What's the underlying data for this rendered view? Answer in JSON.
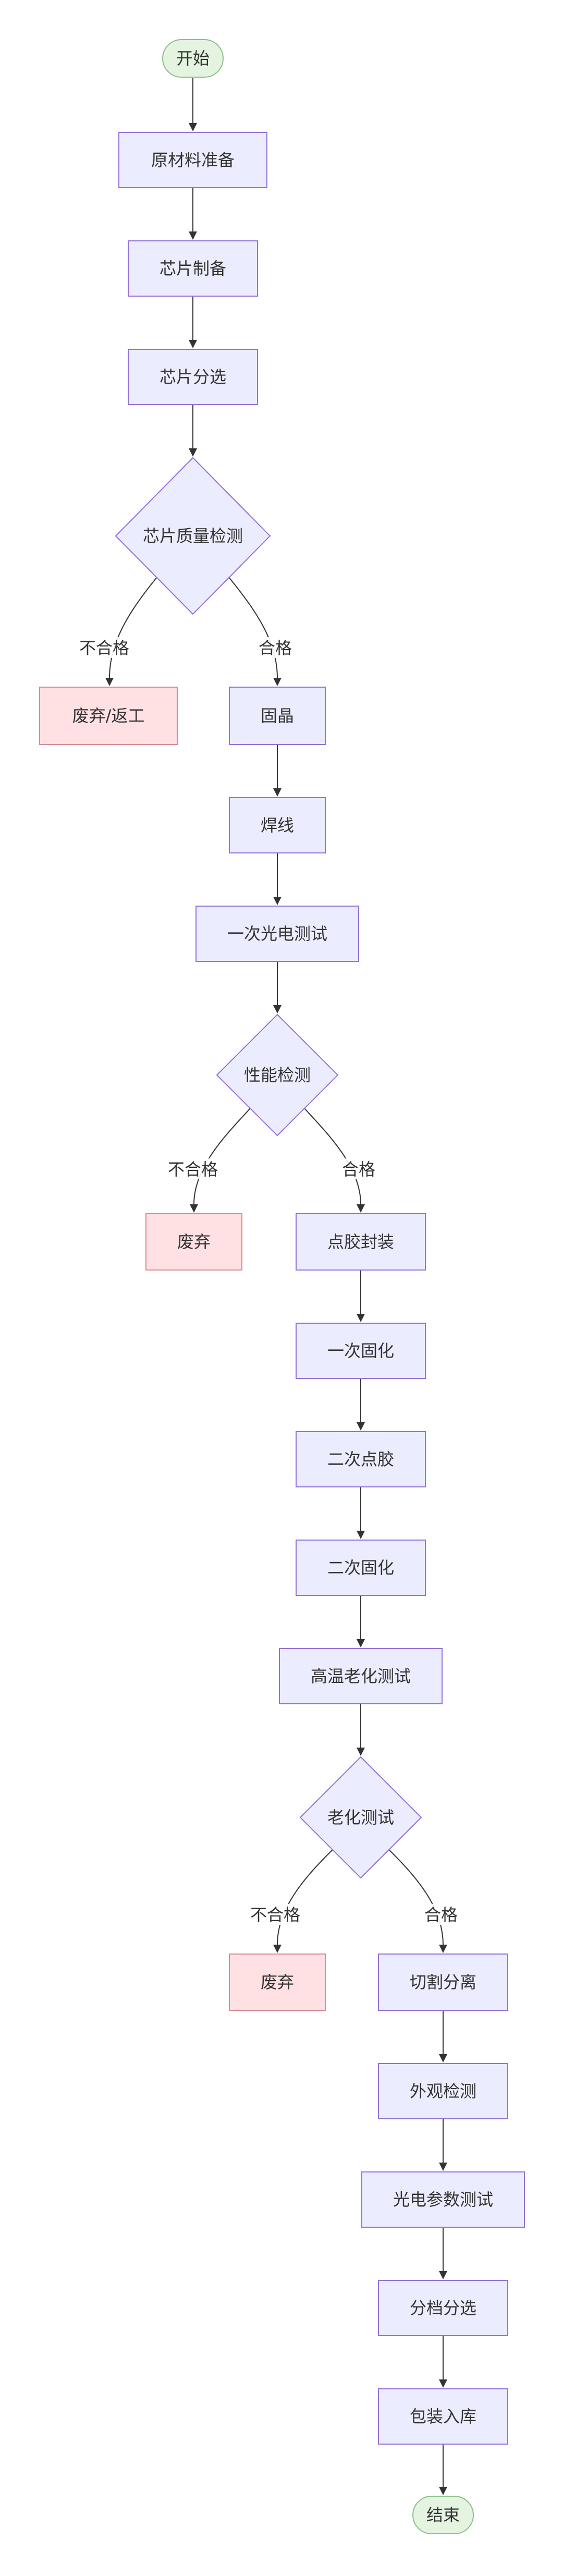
{
  "flowchart": {
    "nodes": {
      "start": "开始",
      "raw_material": "原材料准备",
      "chip_make": "芯片制备",
      "chip_sort": "芯片分选",
      "chip_qc": "芯片质量检测",
      "discard_rework": "废弃/返工",
      "die_bond": "固晶",
      "wire_bond": "焊线",
      "first_test": "一次光电测试",
      "perf_check": "性能检测",
      "discard_1": "废弃",
      "dispense": "点胶封装",
      "cure_1": "一次固化",
      "dispense_2": "二次点胶",
      "cure_2": "二次固化",
      "aging_test": "高温老化测试",
      "aging_check": "老化测试",
      "discard_2": "废弃",
      "cut": "切割分离",
      "visual": "外观检测",
      "param_test": "光电参数测试",
      "binning": "分档分选",
      "pack": "包装入库",
      "end": "结束"
    },
    "edge_labels": {
      "fail": "不合格",
      "pass": "合格"
    },
    "colors": {
      "process_fill": "#ececff",
      "process_stroke": "#9370db",
      "reject_fill": "#ffe0e3",
      "terminal_fill": "#e4f4e0",
      "edge": "#333333"
    }
  }
}
